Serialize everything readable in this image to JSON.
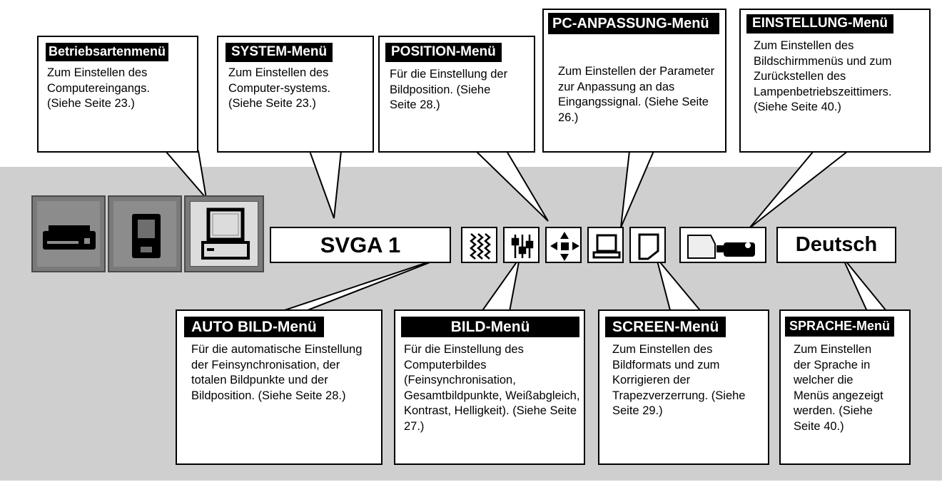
{
  "menu_bar": {
    "display_mode": "SVGA 1",
    "language": "Deutsch",
    "icons": [
      "video-input-icon",
      "computer-card-icon",
      "computer-input-icon",
      "auto-image-icon",
      "image-adjust-icon",
      "position-icon",
      "pc-adjust-icon",
      "screen-icon",
      "settings-icon"
    ]
  },
  "callouts": {
    "mode": {
      "title": "Betriebsartenmenü",
      "text": "Zum Einstellen des Computereingangs. (Siehe Seite 23.)"
    },
    "system": {
      "title": "SYSTEM-Menü",
      "text": "Zum Einstellen des Computer-systems. (Siehe Seite 23.)"
    },
    "position": {
      "title": "POSITION-Menü",
      "text": "Für die Einstellung der Bildposition. (Siehe Seite 28.)"
    },
    "pc_adjust": {
      "title": "PC-ANPASSUNG-Menü",
      "text": "Zum Einstellen der Parameter zur Anpassung an das Eingangssignal. (Siehe Seite 26.)"
    },
    "setting": {
      "title": "EINSTELLUNG-Menü",
      "text": "Zum Einstellen des Bildschirmmenüs und zum Zurückstellen des Lampenbetriebszeittimers. (Siehe Seite 40.)"
    },
    "auto_image": {
      "title": "AUTO BILD-Menü",
      "text": "Für die automatische Einstellung der Feinsynchronisation, der totalen Bildpunkte und der Bildposition. (Siehe Seite 28.)"
    },
    "image": {
      "title": "BILD-Menü",
      "text": "Für die Einstellung des Computerbildes (Feinsynchronisation, Gesamtbildpunkte, Weißabgleich, Kontrast, Helligkeit). (Siehe Seite 27.)"
    },
    "screen": {
      "title": "SCREEN-Menü",
      "text": "Zum Einstellen des Bildformats und zum Korrigieren der Trapezverzerrung. (Siehe Seite 29.)"
    },
    "language": {
      "title": "SPRACHE-Menü",
      "text": "Zum Einstellen der Sprache in welcher die Menüs angezeigt werden. (Siehe Seite 40.)"
    }
  }
}
